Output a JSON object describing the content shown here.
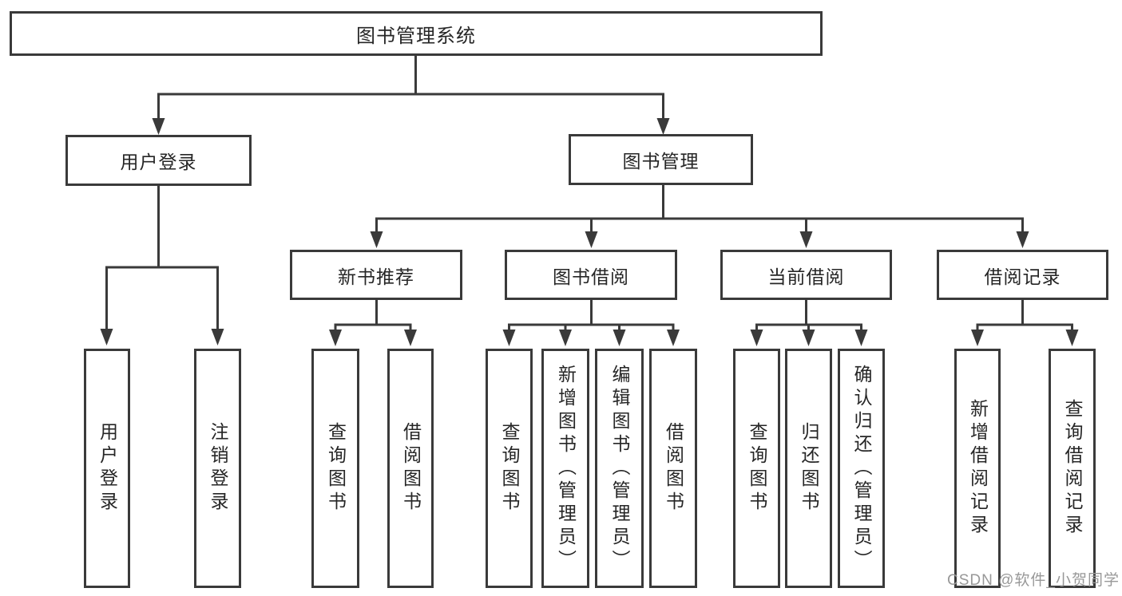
{
  "root": "图书管理系统",
  "level2": [
    "用户登录",
    "图书管理"
  ],
  "level3": [
    "新书推荐",
    "图书借阅",
    "当前借阅",
    "借阅记录"
  ],
  "leaves": [
    "用户登录",
    "注销登录",
    "查询图书",
    "借阅图书",
    "查询图书",
    "新增图书（管理员）",
    "编辑图书（管理员）",
    "借阅图书",
    "查询图书",
    "归还图书",
    "确认归还（管理员）",
    "新增借阅记录",
    "查询借阅记录"
  ],
  "hierarchy": {
    "图书管理系统": {
      "用户登录": [
        "用户登录",
        "注销登录"
      ],
      "图书管理": {
        "新书推荐": [
          "查询图书",
          "借阅图书"
        ],
        "图书借阅": [
          "查询图书",
          "新增图书（管理员）",
          "编辑图书（管理员）",
          "借阅图书"
        ],
        "当前借阅": [
          "查询图书",
          "归还图书",
          "确认归还（管理员）"
        ],
        "借阅记录": [
          "新增借阅记录",
          "查询借阅记录"
        ]
      }
    }
  },
  "watermark": "CSDN @软件_小贺同学",
  "colors": {
    "line": "#3a3a3a",
    "text": "#262626",
    "watermark": "#989898",
    "background": "#ffffff"
  }
}
